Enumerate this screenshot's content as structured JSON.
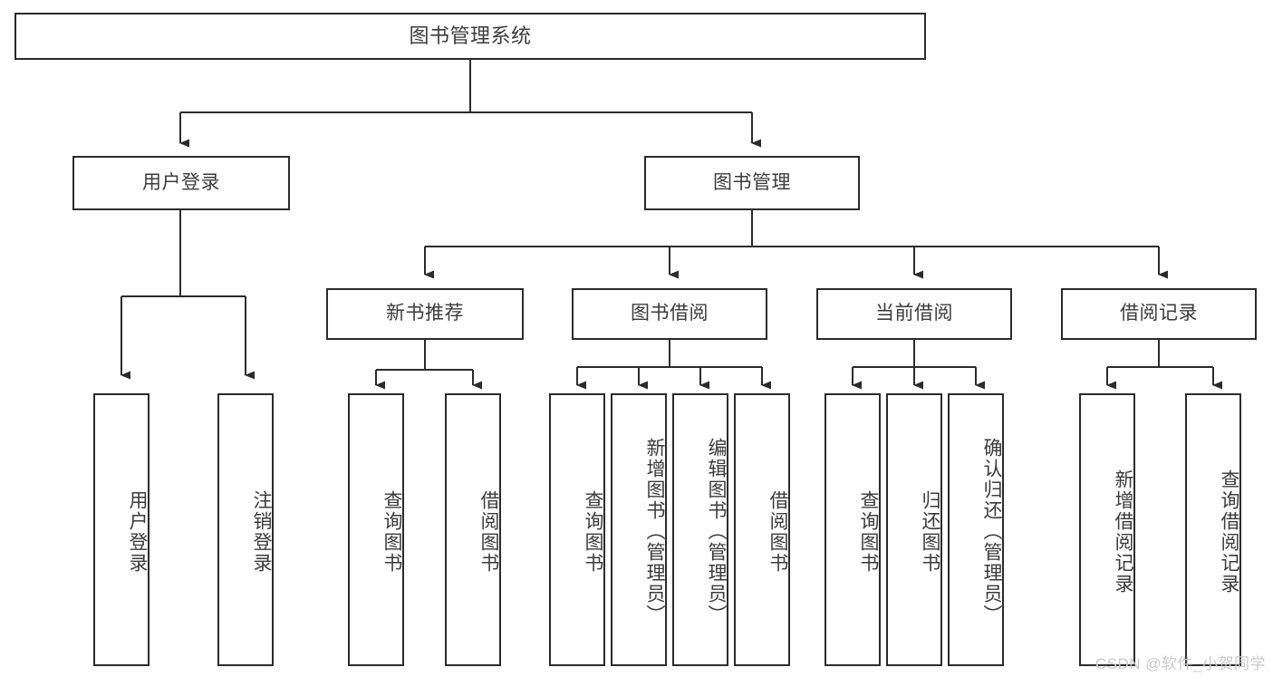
{
  "diagram": {
    "title": "图书管理系统",
    "watermark": "CSDN @软件_小贺同学",
    "colors": {
      "background": "#ffffff",
      "border": "#2b2b2b",
      "edge": "#2b2b2b",
      "text": "#3b3b3b",
      "watermark": "#c9c9c9"
    },
    "root": {
      "label": "图书管理系统"
    },
    "level1": [
      {
        "id": "user-login",
        "label": "用户登录"
      },
      {
        "id": "book-manage",
        "label": "图书管理"
      }
    ],
    "level2": [
      {
        "id": "new-book-recommend",
        "label": "新书推荐",
        "parent": "book-manage"
      },
      {
        "id": "book-borrow",
        "label": "图书借阅",
        "parent": "book-manage"
      },
      {
        "id": "current-borrow",
        "label": "当前借阅",
        "parent": "book-manage"
      },
      {
        "id": "borrow-record",
        "label": "借阅记录",
        "parent": "book-manage"
      }
    ],
    "leaves": [
      {
        "id": "leaf-user-login",
        "label": "用户登录",
        "parent": "user-login"
      },
      {
        "id": "leaf-user-logout",
        "label": "注销登录",
        "parent": "user-login"
      },
      {
        "id": "leaf-query-book-1",
        "label": "查询图书",
        "parent": "new-book-recommend"
      },
      {
        "id": "leaf-borrow-book-1",
        "label": "借阅图书",
        "parent": "new-book-recommend"
      },
      {
        "id": "leaf-query-book-2",
        "label": "查询图书",
        "parent": "book-borrow"
      },
      {
        "id": "leaf-add-book",
        "label": "新增图书（管理员）",
        "parent": "book-borrow"
      },
      {
        "id": "leaf-edit-book",
        "label": "编辑图书（管理员）",
        "parent": "book-borrow"
      },
      {
        "id": "leaf-borrow-book-2",
        "label": "借阅图书",
        "parent": "book-borrow"
      },
      {
        "id": "leaf-query-book-3",
        "label": "查询图书",
        "parent": "current-borrow"
      },
      {
        "id": "leaf-return-book",
        "label": "归还图书",
        "parent": "current-borrow"
      },
      {
        "id": "leaf-confirm-return",
        "label": "确认归还（管理员）",
        "parent": "current-borrow"
      },
      {
        "id": "leaf-add-record",
        "label": "新增借阅记录",
        "parent": "borrow-record"
      },
      {
        "id": "leaf-query-record",
        "label": "查询借阅记录",
        "parent": "borrow-record"
      }
    ]
  }
}
